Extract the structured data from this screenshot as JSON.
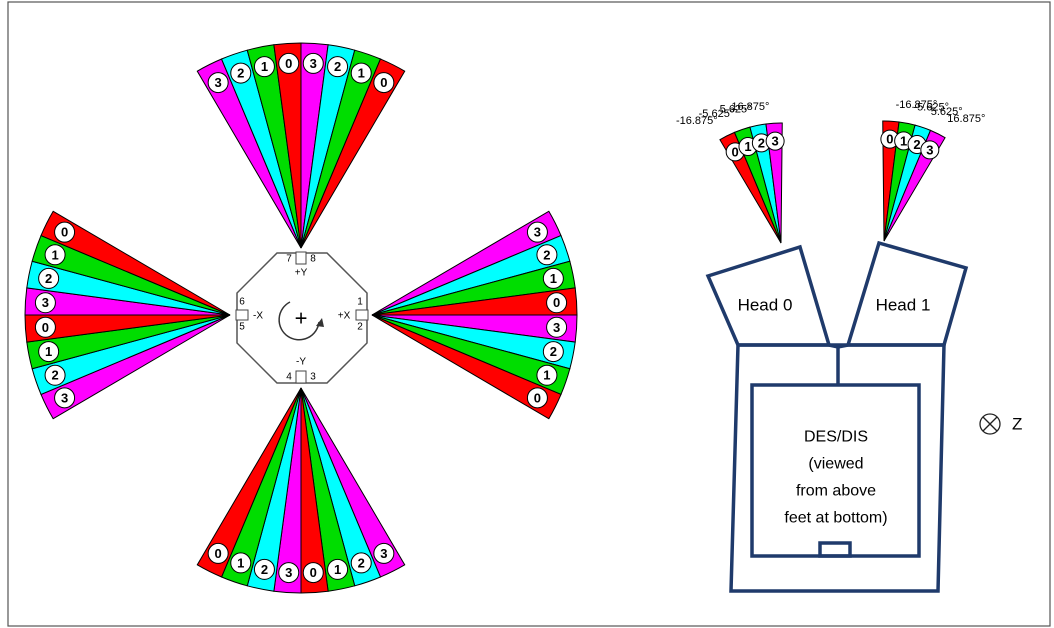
{
  "colors": {
    "wedge_0": "#ff0000",
    "wedge_1": "#00dd00",
    "wedge_2": "#00ffff",
    "wedge_3": "#ff00ff",
    "box_stroke": "#1f3a6b"
  },
  "left": {
    "positive_y_label": "+Y",
    "negative_y_label": "-Y",
    "positive_x_label": "+X",
    "negative_x_label": "-X",
    "center_label": "+",
    "connectors": {
      "top_left": "7",
      "top_right": "8",
      "right_top": "1",
      "right_bottom": "2",
      "bottom_left": "4",
      "bottom_right": "3",
      "left_top": "6",
      "left_bottom": "5"
    },
    "fans": [
      {
        "dir": "top",
        "numbers": [
          "3",
          "2",
          "1",
          "0",
          "3",
          "2",
          "1",
          "0"
        ]
      },
      {
        "dir": "right",
        "numbers": [
          "3",
          "2",
          "1",
          "0",
          "3",
          "2",
          "1",
          "0"
        ]
      },
      {
        "dir": "bottom",
        "numbers": [
          "3",
          "2",
          "1",
          "0",
          "3",
          "2",
          "1",
          "0"
        ]
      },
      {
        "dir": "left",
        "numbers": [
          "3",
          "2",
          "1",
          "0",
          "3",
          "2",
          "1",
          "0"
        ]
      }
    ]
  },
  "right": {
    "head0_label": "Head 0",
    "head1_label": "Head 1",
    "body_lines": [
      "DES/DIS",
      "(viewed",
      "from above",
      "feet at bottom)"
    ],
    "z_label": "Z",
    "head0_fan": {
      "numbers": [
        "0",
        "1",
        "2",
        "3"
      ],
      "angles": [
        "-16.875°",
        "-5.625°",
        "5.625°",
        "16.875°"
      ]
    },
    "head1_fan": {
      "numbers": [
        "0",
        "1",
        "2",
        "3"
      ],
      "angles": [
        "-16.875°",
        "-5.625°",
        "5.625°",
        "16.875°"
      ]
    }
  }
}
